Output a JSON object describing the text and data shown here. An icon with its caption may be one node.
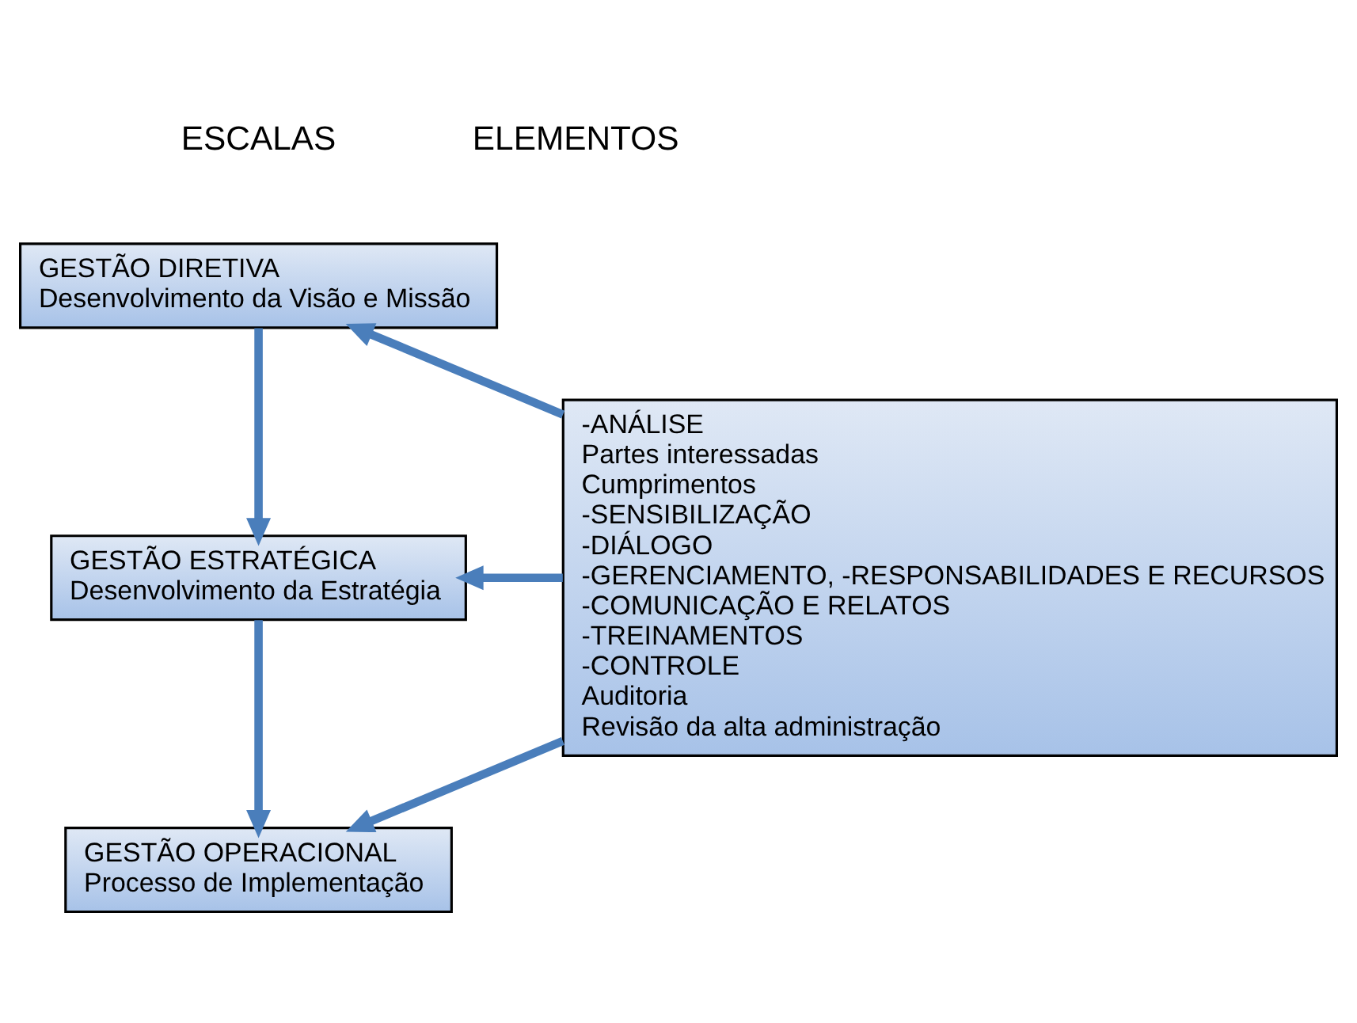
{
  "diagram": {
    "nodes": [
      {
        "text": [
          "GESTÃO DIRETIVA",
          "Desenvolvimento da Visão e Missão"
        ]
      },
      {
        "text": [
          "GESTÃO ESTRATÉGICA",
          "Desenvolvimento da Estratégia"
        ]
      },
      {
        "text": [
          "GESTÃO OPERACIONAL",
          "Processo de Implementação"
        ]
      },
      {
        "text": [
          "-ANÁLISE",
          "Partes interessadas",
          "Cumprimentos",
          "-SENSIBILIZAÇÃO",
          "-DIÁLOGO",
          "-GERENCIAMENTO, -RESPONSABILIDADES E RECURSOS",
          "-COMUNICAÇÃO E RELATOS",
          "-TREINAMENTOS",
          "-CONTROLE",
          "Auditoria",
          "Revisão da alta administração"
        ]
      }
    ],
    "edges": [
      {
        "from": 3,
        "to": 0,
        "arrow": "to"
      },
      {
        "from": 0,
        "to": 1,
        "arrow": "to"
      },
      {
        "from": 3,
        "to": 1,
        "arrow": "to"
      },
      {
        "from": 1,
        "to": 2,
        "arrow": "to"
      },
      {
        "from": 3,
        "to": 2,
        "arrow": "to"
      }
    ],
    "labels": [
      "ESCALAS",
      "ELEMENTOS"
    ]
  }
}
